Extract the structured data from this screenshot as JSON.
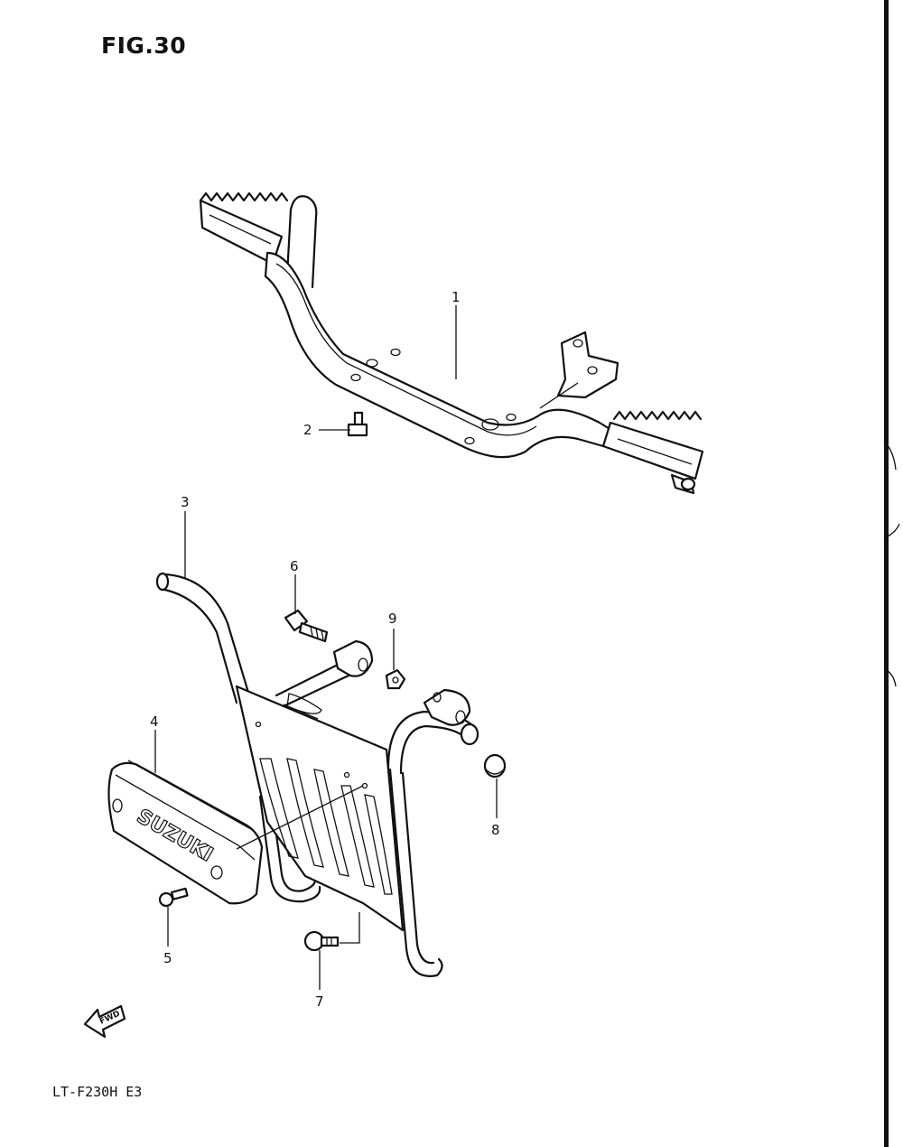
{
  "figure": {
    "title": "FIG.30",
    "model_code": "LT-F230H E3",
    "forward_marker": "FWD",
    "brand_marking": "SUZUKI"
  },
  "callouts": [
    {
      "number": "1",
      "part": "footrest-bar"
    },
    {
      "number": "2",
      "part": "bolt"
    },
    {
      "number": "3",
      "part": "front-guard-pipe"
    },
    {
      "number": "4",
      "part": "guard-cover"
    },
    {
      "number": "5",
      "part": "screw"
    },
    {
      "number": "6",
      "part": "bolt"
    },
    {
      "number": "7",
      "part": "bolt"
    },
    {
      "number": "8",
      "part": "cap"
    },
    {
      "number": "9",
      "part": "nut"
    }
  ]
}
